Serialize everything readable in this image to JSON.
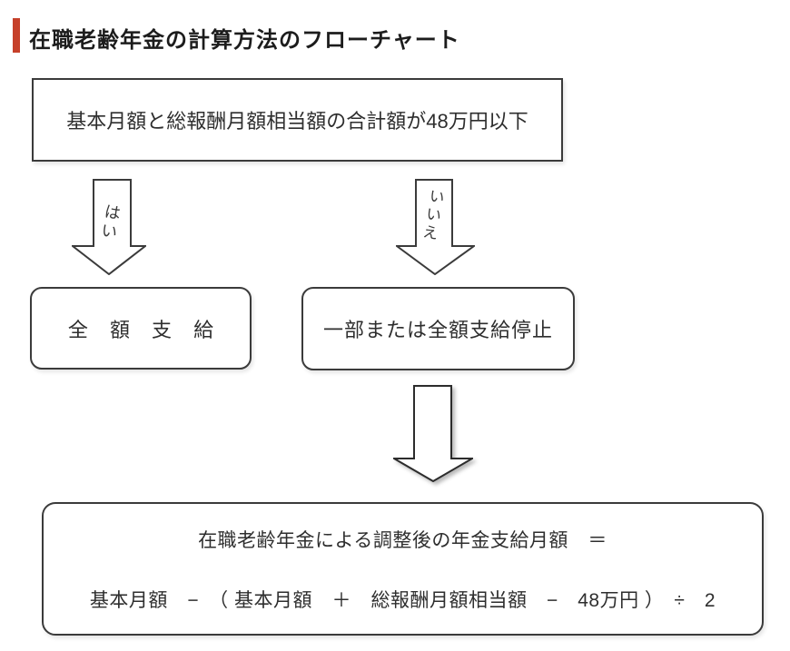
{
  "header": {
    "title": "在職老齢年金の計算方法のフローチャート",
    "accent_color": "#c6402a"
  },
  "flowchart": {
    "condition_box": "基本月額と総報酬月額相当額の合計額が48万円以下",
    "yes_label": "はい",
    "no_label": "いいえ",
    "yes_result_box": "全 額 支 給",
    "no_result_box": "一部または全額支給停止",
    "formula_box": {
      "line1": "在職老齢年金による調整後の年金支給月額　＝",
      "line2": "基本月額　−　（ 基本月額　＋　総報酬月額相当額　−　48万円 ）　÷　2"
    },
    "colors": {
      "border": "#3b3b3b",
      "text": "#2e2e2e",
      "background": "#ffffff"
    }
  }
}
